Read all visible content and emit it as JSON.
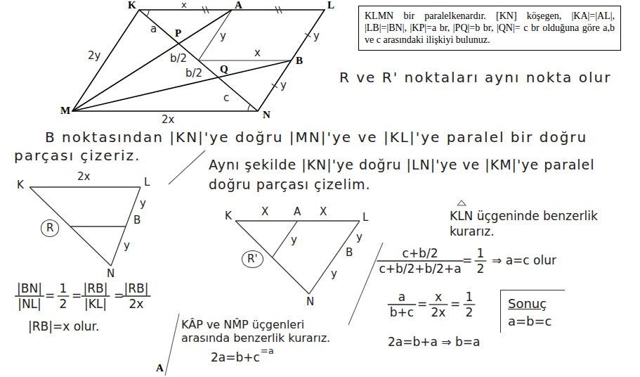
{
  "diagram": {
    "nodes": [
      {
        "text": [
          "KLMN bir paralelkenardır. [KN] köşegen, |KA|=|AL|, |LB|=|BN|, |KP|=a br, |PQ|=b br, |QN|= c br olduğuna göre a,b ve c arasındaki ilişkiyi bulunuz."
        ]
      },
      {
        "text": [
          "R"
        ]
      },
      {
        "text": [
          "R'"
        ]
      },
      {
        "text": [
          "Sonuç",
          "a=b=c"
        ]
      }
    ],
    "labels": [
      "K",
      "A",
      "L",
      "M",
      "N",
      "P",
      "Q",
      "B",
      "x",
      "2y",
      "y",
      "y",
      "a",
      "b/2",
      "b/2",
      "x",
      "y",
      "c",
      "2x",
      "R ve R' noktaları aynı nokta olur",
      "B noktasından |KN|'ye doğru |MN|'ye ve |KL|'ye paralel bir doğru parçası çizeriz.",
      "Aynı şekilde |KN|'ye doğru |LN|'ye ve |KM|'ye paralel doğru parçası çizelim.",
      "K",
      "2x",
      "L",
      "B",
      "y",
      "y",
      "N",
      "|BN|",
      "|NL|",
      "=",
      "1",
      "2",
      "=",
      "|RB|",
      "|KL|",
      "=",
      "|RB|",
      "2x",
      "|RB|=x olur.",
      "K",
      "X",
      "A",
      "X",
      "L",
      "y",
      "y",
      "B",
      "y",
      "N",
      "KÂP ve NM̂P üçgenleri arasında benzerlik kurarız.",
      "2a=b+c",
      "=a",
      "A",
      "KLN üçgeninde benzerlik kurarız.",
      "c+b/2",
      "c+b/2+b/2+a",
      "=",
      "1",
      "2",
      "⇒ a=c olur",
      "a",
      "b+c",
      "=",
      "x",
      "2x",
      "=",
      "1",
      "2",
      "2a=b+a ⇒ b=a"
    ]
  }
}
